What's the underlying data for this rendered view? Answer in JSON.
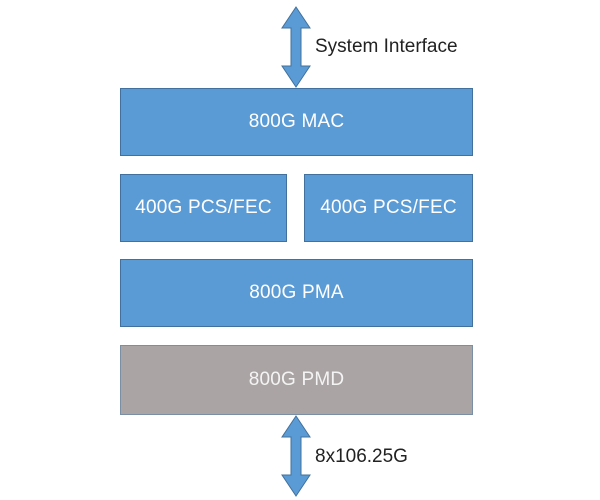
{
  "diagram": {
    "top_interface_label": "System Interface",
    "bottom_interface_label": "8x106.25G",
    "layers": {
      "mac": "800G MAC",
      "pcs_left": "400G PCS/FEC",
      "pcs_right": "400G PCS/FEC",
      "pma": "800G PMA",
      "pmd": "800G PMD"
    },
    "colors": {
      "layer_fill": "#5b9bd5",
      "layer_border": "#41719c",
      "pmd_fill": "#aaa5a4",
      "arrow": "#5b9bd5"
    }
  }
}
